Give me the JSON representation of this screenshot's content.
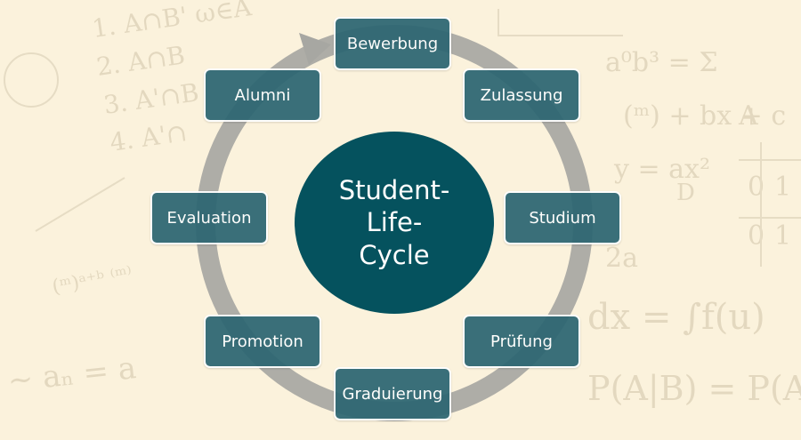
{
  "center": {
    "lines": [
      "Student-",
      "Life-",
      "Cycle"
    ]
  },
  "stages": [
    {
      "id": "bewerbung",
      "label": "Bewerbung"
    },
    {
      "id": "zulassung",
      "label": "Zulassung"
    },
    {
      "id": "studium",
      "label": "Studium"
    },
    {
      "id": "pruefung",
      "label": "Prüfung"
    },
    {
      "id": "graduierung",
      "label": "Graduierung"
    },
    {
      "id": "promotion",
      "label": "Promotion"
    },
    {
      "id": "evaluation",
      "label": "Evaluation"
    },
    {
      "id": "alumni",
      "label": "Alumni"
    }
  ],
  "colors": {
    "background": "#fbf2dc",
    "box_fill": "#2c6672",
    "center_fill": "#05525e",
    "ring": "#a7a7a2",
    "text": "#ffffff"
  }
}
